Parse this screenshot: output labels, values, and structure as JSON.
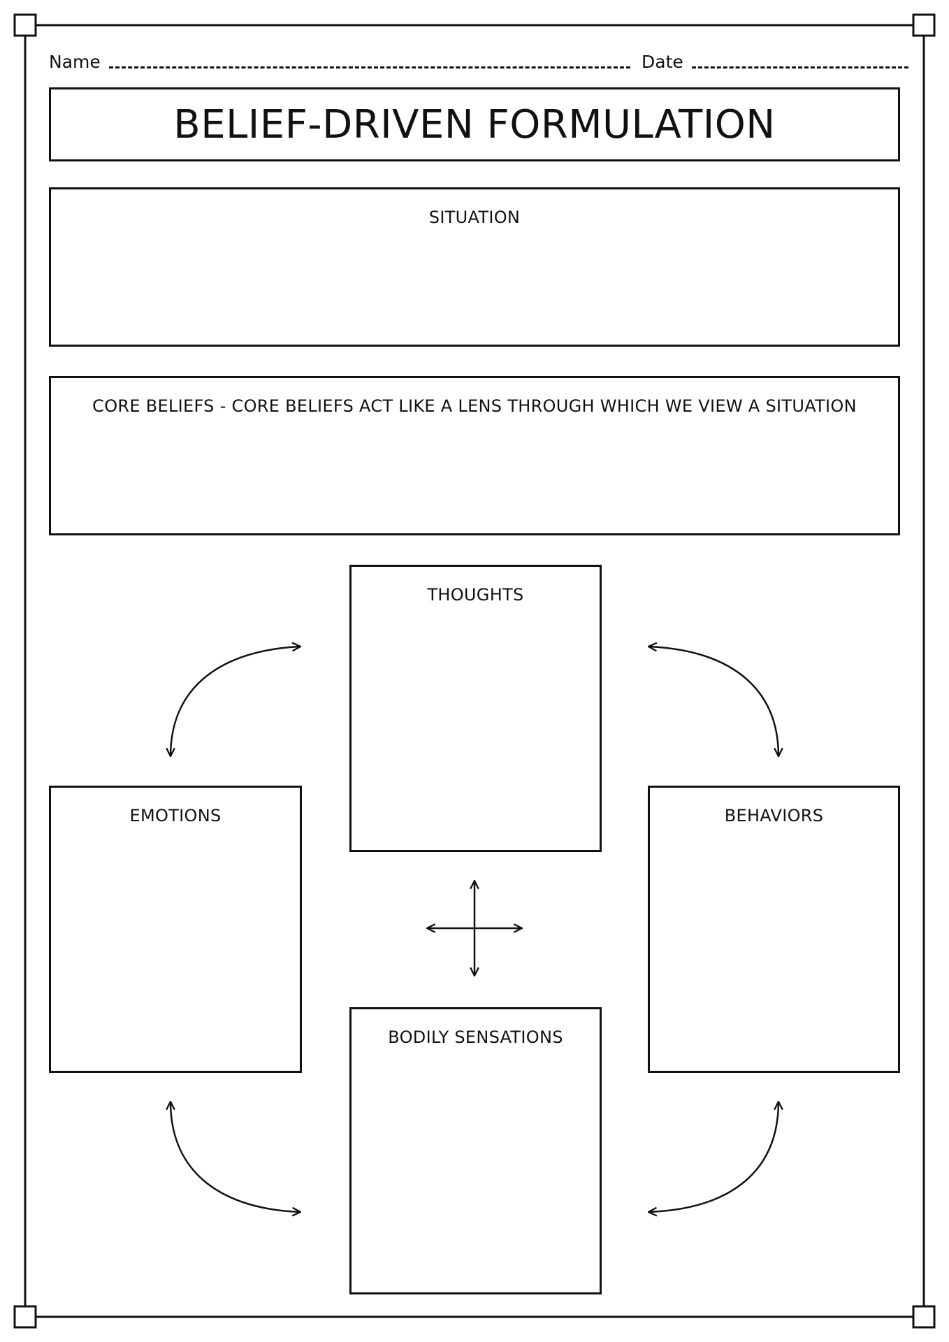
{
  "header": {
    "name_label": "Name",
    "date_label": "Date"
  },
  "title": "BELIEF-DRIVEN FORMULATION",
  "sections": {
    "situation": "SITUATION",
    "core_beliefs": "CORE BELIEFS - CORE BELIEFS ACT LIKE A LENS THROUGH WHICH WE VIEW A SITUATION",
    "thoughts": "THOUGHTS",
    "emotions": "EMOTIONS",
    "behaviors": "BEHAVIORS",
    "bodily_sensations": "BODILY SENSATIONS"
  }
}
